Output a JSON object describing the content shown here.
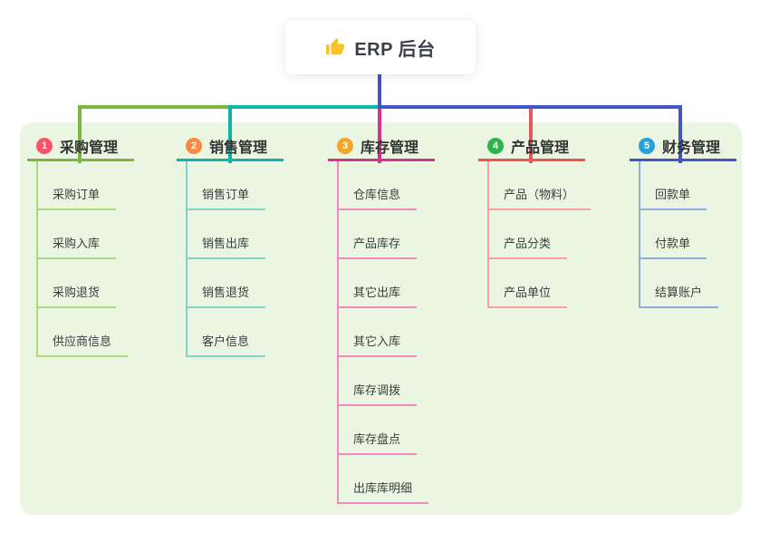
{
  "root": {
    "title": "ERP 后台",
    "icon": "thumbs-up-icon"
  },
  "branches": [
    {
      "badge": "1",
      "label": "采购管理",
      "badge_color": "#f8536b",
      "line_color": "#7cb83e",
      "child_line_color": "#abd783",
      "children": [
        "采购订单",
        "采购入库",
        "采购退货",
        "供应商信息"
      ]
    },
    {
      "badge": "2",
      "label": "销售管理",
      "badge_color": "#f68a40",
      "line_color": "#0eb5a8",
      "child_line_color": "#7fd3c8",
      "children": [
        "销售订单",
        "销售出库",
        "销售退货",
        "客户信息"
      ]
    },
    {
      "badge": "3",
      "label": "库存管理",
      "badge_color": "#f3a62c",
      "line_color": "#d8318e",
      "child_line_color": "#f089bd",
      "children": [
        "仓库信息",
        "产品库存",
        "其它出库",
        "其它入库",
        "库存调拨",
        "库存盘点",
        "出库库明细"
      ]
    },
    {
      "badge": "4",
      "label": "产品管理",
      "badge_color": "#2db44d",
      "line_color": "#ef5354",
      "child_line_color": "#f8a09b",
      "children": [
        "产品（物料）",
        "产品分类",
        "产品单位"
      ]
    },
    {
      "badge": "5",
      "label": "财务管理",
      "badge_color": "#2aa0d8",
      "line_color": "#4155c8",
      "child_line_color": "#93a9e2",
      "children": [
        "回款单",
        "付款单",
        "结算账户"
      ]
    }
  ],
  "colors": {
    "panel_bg": "#eaf6e2",
    "connector_blue": "#4155c8",
    "thumb_yellow": "#f7c325"
  }
}
